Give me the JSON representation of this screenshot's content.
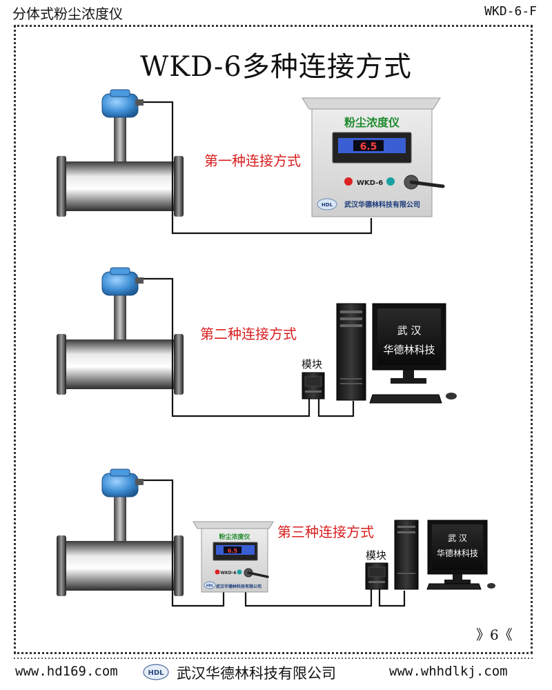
{
  "header": {
    "product_name": "分体式粉尘浓度仪",
    "model_code": "WKD-6-F"
  },
  "title": "WKD-6多种连接方式",
  "methods": [
    {
      "label": "第一种连接方式"
    },
    {
      "label": "第二种连接方式",
      "module_label": "模块"
    },
    {
      "label": "第三种连接方式",
      "module_label": "模块"
    }
  ],
  "cabinet": {
    "title": "粉尘浓度仪",
    "model": "WKD-6",
    "display_value": "6.5",
    "company": "武汉华德林科技有限公司",
    "logo_text": "HDL"
  },
  "monitor": {
    "line1": "武 汉",
    "line2": "华德林科技"
  },
  "page_number": "》6《",
  "footer": {
    "website_left": "www.hd169.com",
    "company": "武汉华德林科技有限公司",
    "website_right": "www.whhdlkj.com",
    "logo_text": "HDL"
  },
  "colors": {
    "accent_red": "#d81e1e",
    "sensor_blue": "#3f8fd6",
    "cabinet_green": "#1d8a2c"
  }
}
